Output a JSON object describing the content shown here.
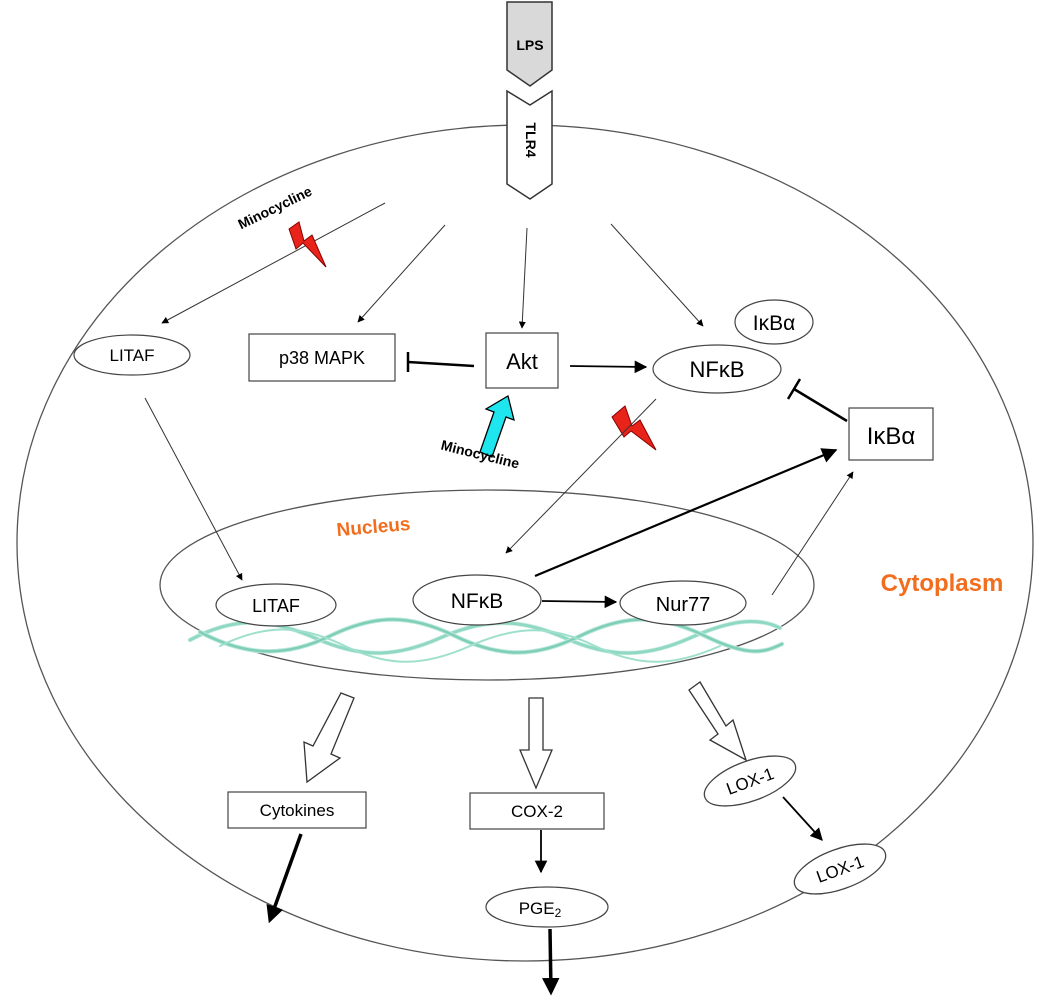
{
  "labels": {
    "lps": "LPS",
    "tlr4": "TLR4",
    "minocycline_top": "Minocycline",
    "minocycline_akt": "Minocycline",
    "litaf_cyto": "LITAF",
    "p38": "p38 MAPK",
    "akt": "Akt",
    "nfkb_cyto": "NFκB",
    "ikba_small": "IκBα",
    "ikba_box": "IκBα",
    "nucleus": "Nucleus",
    "cytoplasm": "Cytoplasm",
    "litaf_nuc": "LITAF",
    "nfkb_nuc": "NFκB",
    "nur77": "Nur77",
    "cytokines": "Cytokines",
    "cox2": "COX-2",
    "pge2": "PGE",
    "pge2_sub": "2",
    "lox1_a": "LOX-1",
    "lox1_b": "LOX-1"
  },
  "colors": {
    "orange_label": "#f26d1e",
    "minocycline_bolt": "#e8241a",
    "stimulating_arrow": "#1fe6ee",
    "dna_strand": "#8fd8c4"
  }
}
